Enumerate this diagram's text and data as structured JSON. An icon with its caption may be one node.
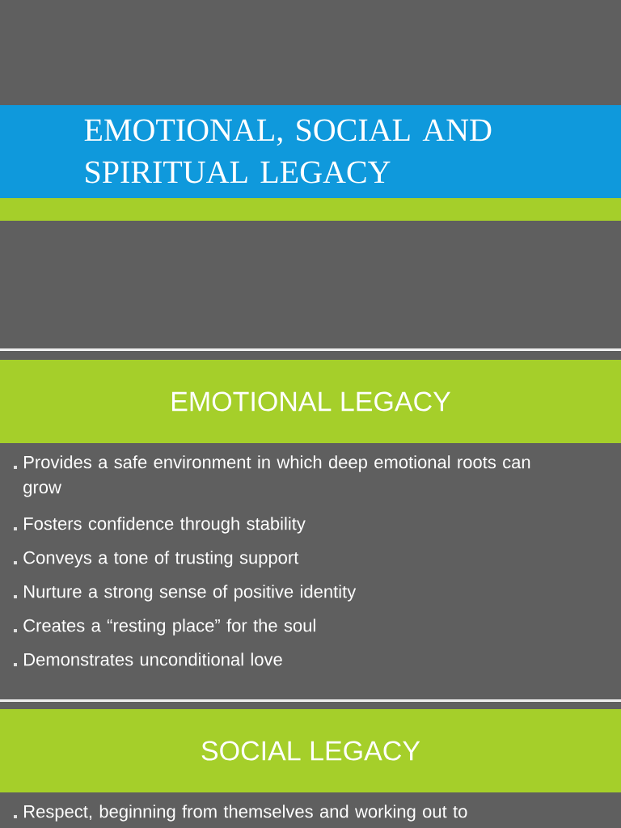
{
  "diagram": {
    "title": "EMOTIONAL, SOCIAL AND SPIRITUAL LEGACY",
    "nodes": [
      {
        "text": [
          "EMOTIONAL LEGACY"
        ]
      },
      {
        "text": [
          "SOCIAL LEGACY"
        ]
      }
    ],
    "labels": [
      "Provides a safe environment in which deep emotional roots can grow",
      "Fosters confidence through stability",
      "Conveys a tone of trusting support",
      "Nurture a strong sense of positive identity",
      "Creates a “resting place” for the soul",
      "Demonstrates unconditional love",
      "Respect, beginning from themselves and working out to"
    ]
  }
}
